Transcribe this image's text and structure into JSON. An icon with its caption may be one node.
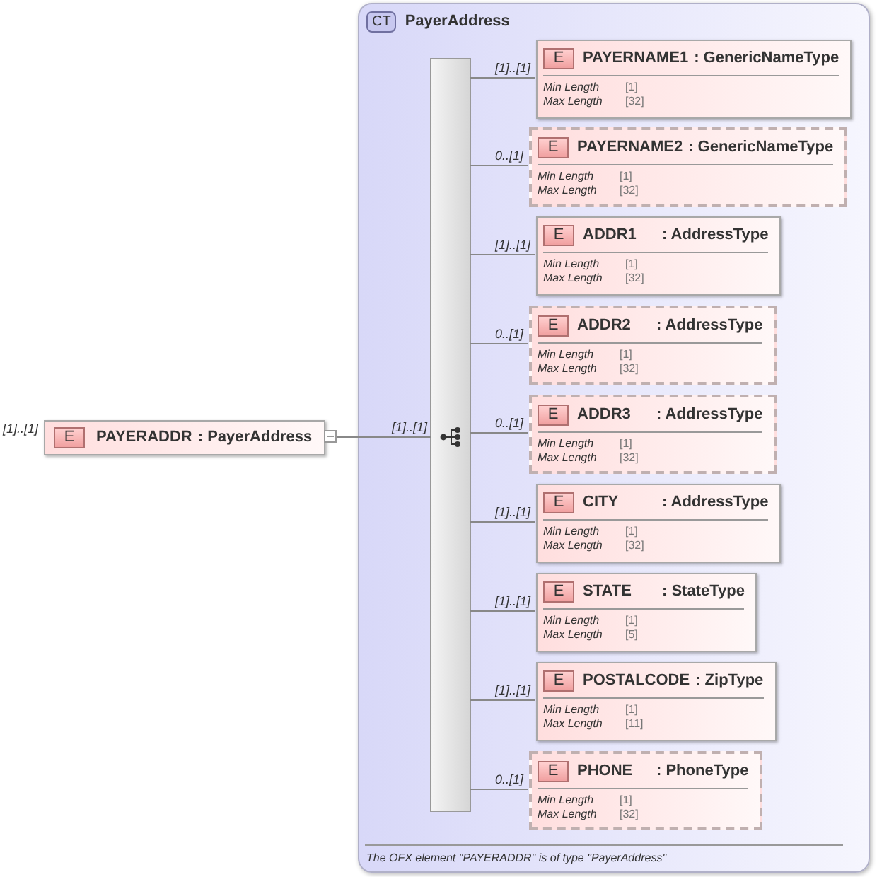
{
  "diagram": {
    "nodes": [
      {
        "text": [
          "E",
          "PAYERADDR",
          ": PayerAddress"
        ],
        "beside": [
          "[1]..[1]"
        ]
      },
      {
        "text": [
          "CT",
          "PayerAddress",
          "The OFX element \"PAYERADDR\" is of type \"PayerAddress\""
        ]
      },
      {
        "text": [],
        "shape": "bar",
        "in": 1
      },
      {
        "text": [
          "E",
          "PAYERNAME1",
          ": GenericNameType",
          "Min Length",
          "[1]",
          "Max Length",
          "[32]"
        ],
        "in": 1
      },
      {
        "text": [
          "E",
          "PAYERNAME2",
          ": GenericNameType",
          "Min Length",
          "[1]",
          "Max Length",
          "[32]"
        ],
        "in": 1
      },
      {
        "text": [
          "E",
          "ADDR1",
          ": AddressType",
          "Min Length",
          "[1]",
          "Max Length",
          "[32]"
        ],
        "in": 1
      },
      {
        "text": [
          "E",
          "ADDR2",
          ": AddressType",
          "Min Length",
          "[1]",
          "Max Length",
          "[32]"
        ],
        "in": 1
      },
      {
        "text": [
          "E",
          "ADDR3",
          ": AddressType",
          "Min Length",
          "[1]",
          "Max Length",
          "[32]"
        ],
        "in": 1
      },
      {
        "text": [
          "E",
          "CITY",
          ": AddressType",
          "Min Length",
          "[1]",
          "Max Length",
          "[32]"
        ],
        "in": 1
      },
      {
        "text": [
          "E",
          "STATE",
          ": StateType",
          "Min Length",
          "[1]",
          "Max Length",
          "[5]"
        ],
        "in": 1
      },
      {
        "text": [
          "E",
          "POSTALCODE",
          ": ZipType",
          "Min Length",
          "[1]",
          "Max Length",
          "[11]"
        ],
        "in": 1
      },
      {
        "text": [
          "E",
          "PHONE",
          ": PhoneType",
          "Min Length",
          "[1]",
          "Max Length",
          "[32]"
        ],
        "in": 1
      }
    ],
    "edges": [
      {
        "from": 0,
        "to": 2,
        "arrow": "none",
        "label": "[1]..[1]"
      },
      {
        "from": 2,
        "to": 3,
        "arrow": "none",
        "label": "[1]..[1]"
      },
      {
        "from": 2,
        "to": 4,
        "arrow": "none",
        "label": "0..[1]"
      },
      {
        "from": 2,
        "to": 5,
        "arrow": "none",
        "label": "[1]..[1]"
      },
      {
        "from": 2,
        "to": 6,
        "arrow": "none",
        "label": "0..[1]"
      },
      {
        "from": 2,
        "to": 7,
        "arrow": "none",
        "label": "0..[1]"
      },
      {
        "from": 2,
        "to": 8,
        "arrow": "none",
        "label": "[1]..[1]"
      },
      {
        "from": 2,
        "to": 9,
        "arrow": "none",
        "label": "[1]..[1]"
      },
      {
        "from": 2,
        "to": 10,
        "arrow": "none",
        "label": "[1]..[1]"
      },
      {
        "from": 2,
        "to": 11,
        "arrow": "none",
        "label": "0..[1]"
      }
    ]
  }
}
